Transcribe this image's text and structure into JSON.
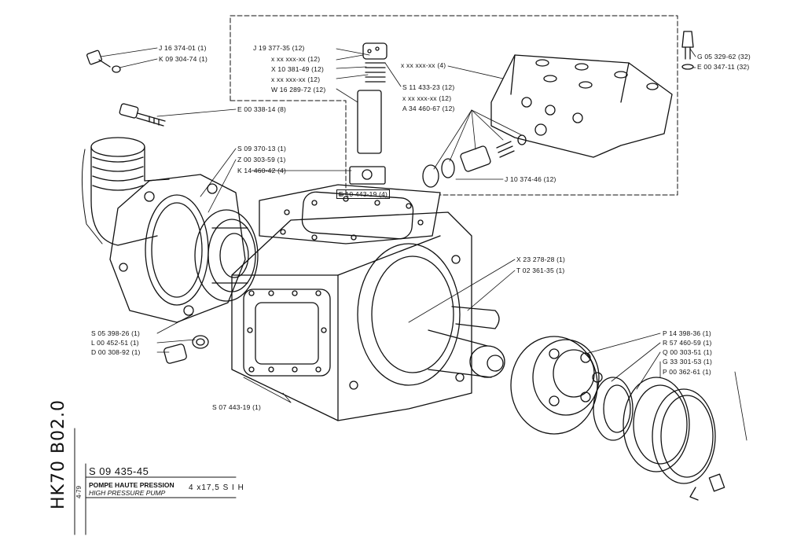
{
  "sheet": {
    "code": "HK70 B02.0",
    "date": "4-79",
    "reference": "S 09 435-45",
    "title_fr": "POMPE HAUTE PRESSION",
    "title_en": "HIGH PRESSURE PUMP",
    "model": "4 x17,5  S I H"
  },
  "labels": [
    {
      "id": "j16374",
      "text": "J 16 374-01 (1)"
    },
    {
      "id": "k09304",
      "text": "K 09 304-74 (1)"
    },
    {
      "id": "j19377",
      "text": "J 19 377-35 (12)"
    },
    {
      "id": "xx1",
      "text": "x xx xxx-xx (12)"
    },
    {
      "id": "x10381",
      "text": "X 10 381-49 (12)"
    },
    {
      "id": "xx2",
      "text": "x xx xxx-xx (12)"
    },
    {
      "id": "w16289",
      "text": "W 16 289-72 (12)"
    },
    {
      "id": "xx4",
      "text": "x xx xxx-xx (4)"
    },
    {
      "id": "s11433",
      "text": "S 11 433-23 (12)"
    },
    {
      "id": "xx3",
      "text": "x xx xxx-xx (12)"
    },
    {
      "id": "a34460",
      "text": "A 34 460-67 (12)"
    },
    {
      "id": "g05329",
      "text": "G 05 329-62 (32)"
    },
    {
      "id": "e00347",
      "text": "E 00 347-11 (32)"
    },
    {
      "id": "e00338",
      "text": "E 00 338-14 (8)"
    },
    {
      "id": "s09370",
      "text": "S 09 370-13 (1)"
    },
    {
      "id": "z00303",
      "text": "Z 00 303-59 (1)"
    },
    {
      "id": "k14460",
      "text": "K 14 460-42 (4)"
    },
    {
      "id": "e10443",
      "text": "E 10 443-19 (4)"
    },
    {
      "id": "j10374",
      "text": "J 10 374-46 (12)"
    },
    {
      "id": "x23278",
      "text": "X 23 278-28 (1)"
    },
    {
      "id": "t02361",
      "text": "T 02 361-35 (1)"
    },
    {
      "id": "s05398",
      "text": "S 05 398-26 (1)"
    },
    {
      "id": "l00452",
      "text": "L 00 452-51 (1)"
    },
    {
      "id": "d00308",
      "text": "D 00 308-92 (1)"
    },
    {
      "id": "p14398",
      "text": "P 14 398-36 (1)"
    },
    {
      "id": "r57460",
      "text": "R 57 460-59 (1)"
    },
    {
      "id": "q00303",
      "text": "Q 00 303-51 (1)"
    },
    {
      "id": "g33301",
      "text": "G 33 301-53 (1)"
    },
    {
      "id": "p00362",
      "text": "P 00 362-61 (1)"
    },
    {
      "id": "s07443",
      "text": "S 07 443-19 (1)"
    }
  ]
}
